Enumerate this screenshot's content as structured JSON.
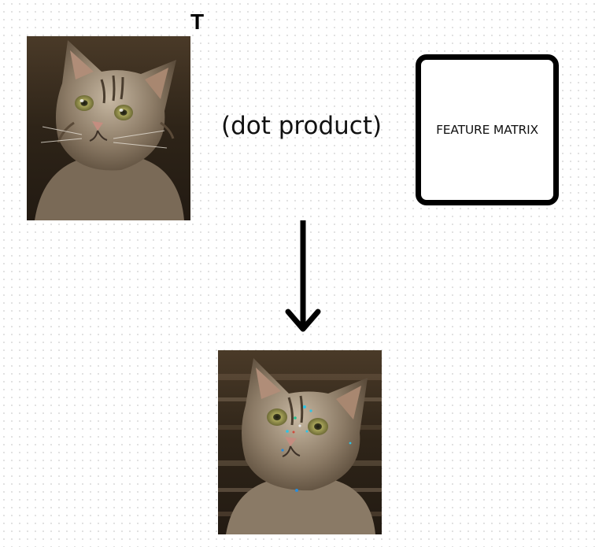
{
  "diagram": {
    "transpose_label": "T",
    "operation_label": "(dot product)",
    "feature_matrix_label": "FEATURE MATRIX",
    "input_image": {
      "subject": "tabby-cat-photo"
    },
    "output_image": {
      "subject": "tabby-cat-photo-distorted"
    },
    "arrow": {
      "direction": "down",
      "color": "#000000"
    }
  }
}
